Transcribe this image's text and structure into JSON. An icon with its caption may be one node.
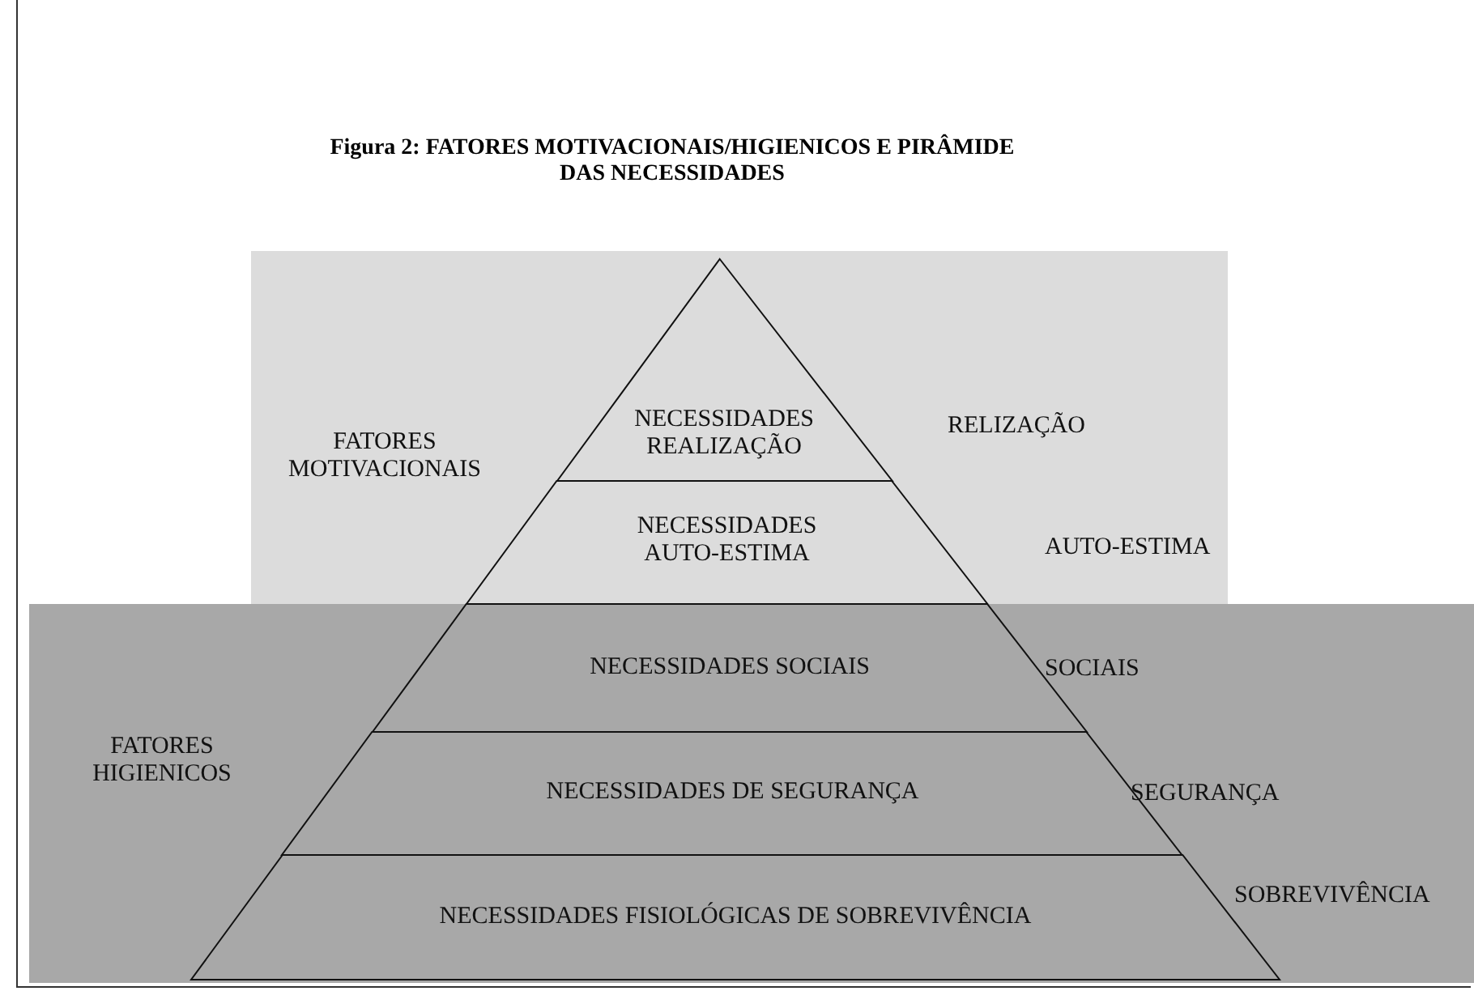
{
  "diagram": {
    "title": "Figura 2: FATORES MOTIVACIONAIS/HIGIENICOS E PIRÂMIDE DAS  NECESSIDADES",
    "nodes": [
      {
        "text": [
          "FATORES MOTIVACIONAIS"
        ]
      },
      {
        "text": [
          "FATORES HIGIENICOS"
        ]
      },
      {
        "text": [
          "NECESSIDADES REALIZAÇÃO"
        ],
        "in": 0
      },
      {
        "text": [
          "NECESSIDADES AUTO-ESTIMA"
        ],
        "in": 0
      },
      {
        "text": [
          "NECESSIDADES SOCIAIS"
        ],
        "in": 1
      },
      {
        "text": [
          "NECESSIDADES DE SEGURANÇA"
        ],
        "in": 1
      },
      {
        "text": [
          "NECESSIDADES FISIOLÓGICAS DE SOBREVIVÊNCIA"
        ],
        "in": 1
      }
    ],
    "labels": [
      "RELIZAÇÃO",
      "AUTO-ESTIMA",
      "SOCIAIS",
      "SEGURANÇA",
      "SOBREVIVÊNCIA"
    ]
  }
}
